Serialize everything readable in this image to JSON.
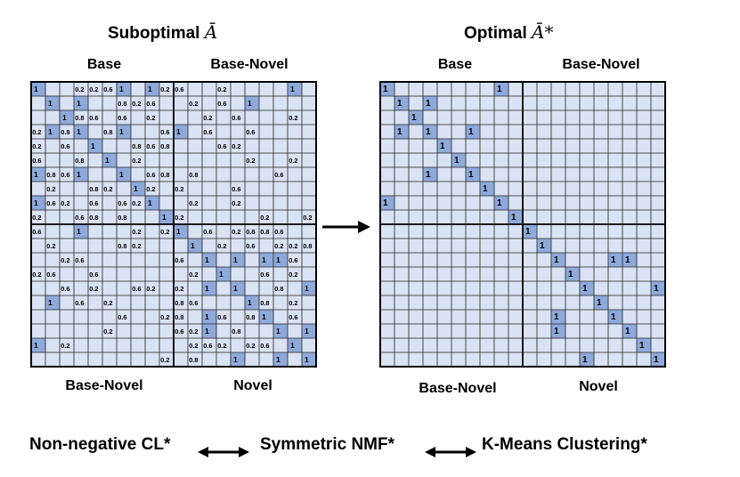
{
  "left_panel": {
    "title_text": "Suboptimal ",
    "title_symbol": "Ā",
    "top_labels": [
      "Base",
      "Base-Novel"
    ],
    "bottom_labels": [
      "Base-Novel",
      "Novel"
    ],
    "size": 20,
    "base_count": 10,
    "rows": [
      [
        {
          "c": 0,
          "v": "1",
          "h": 1
        },
        {
          "c": 3,
          "v": "0.2"
        },
        {
          "c": 4,
          "v": "0.2"
        },
        {
          "c": 5,
          "v": "0.6"
        },
        {
          "c": 6,
          "v": "1",
          "h": 1
        },
        {
          "c": 8,
          "v": "1",
          "h": 1
        },
        {
          "c": 9,
          "v": "0.2"
        },
        {
          "c": 10,
          "v": "0.6"
        },
        {
          "c": 13,
          "v": "0.2"
        },
        {
          "c": 18,
          "v": "1",
          "h": 1
        }
      ],
      [
        {
          "c": 1,
          "v": "1",
          "h": 1
        },
        {
          "c": 3,
          "v": "1",
          "h": 1
        },
        {
          "c": 6,
          "v": "0.8"
        },
        {
          "c": 7,
          "v": "0.2"
        },
        {
          "c": 8,
          "v": "0.6"
        },
        {
          "c": 11,
          "v": "0.2"
        },
        {
          "c": 13,
          "v": "0.6"
        },
        {
          "c": 15,
          "v": "1",
          "h": 1
        }
      ],
      [
        {
          "c": 2,
          "v": "1",
          "h": 1
        },
        {
          "c": 3,
          "v": "0.8"
        },
        {
          "c": 4,
          "v": "0.6"
        },
        {
          "c": 6,
          "v": "0.6"
        },
        {
          "c": 8,
          "v": "0.2"
        },
        {
          "c": 12,
          "v": "0.2"
        },
        {
          "c": 14,
          "v": "0.6"
        },
        {
          "c": 18,
          "v": "0.2"
        }
      ],
      [
        {
          "c": 0,
          "v": "0.2"
        },
        {
          "c": 1,
          "v": "1",
          "h": 1
        },
        {
          "c": 2,
          "v": "0.8"
        },
        {
          "c": 3,
          "v": "1",
          "h": 1
        },
        {
          "c": 5,
          "v": "0.8"
        },
        {
          "c": 6,
          "v": "1",
          "h": 1
        },
        {
          "c": 9,
          "v": "0.6"
        },
        {
          "c": 10,
          "v": "1",
          "h": 1
        },
        {
          "c": 12,
          "v": "0.6"
        },
        {
          "c": 15,
          "v": "0.6"
        }
      ],
      [
        {
          "c": 0,
          "v": "0.2"
        },
        {
          "c": 2,
          "v": "0.6"
        },
        {
          "c": 4,
          "v": "1",
          "h": 1
        },
        {
          "c": 7,
          "v": "0.8"
        },
        {
          "c": 8,
          "v": "0.6"
        },
        {
          "c": 9,
          "v": "0.8"
        },
        {
          "c": 13,
          "v": "0.6"
        },
        {
          "c": 14,
          "v": "0.2"
        }
      ],
      [
        {
          "c": 0,
          "v": "0.6"
        },
        {
          "c": 3,
          "v": "0.8"
        },
        {
          "c": 5,
          "v": "1",
          "h": 1
        },
        {
          "c": 7,
          "v": "0.2"
        },
        {
          "c": 15,
          "v": "0.2"
        },
        {
          "c": 18,
          "v": "0.2"
        }
      ],
      [
        {
          "c": 0,
          "v": "1",
          "h": 1
        },
        {
          "c": 1,
          "v": "0.8"
        },
        {
          "c": 2,
          "v": "0.6"
        },
        {
          "c": 3,
          "v": "1",
          "h": 1
        },
        {
          "c": 6,
          "v": "1",
          "h": 1
        },
        {
          "c": 8,
          "v": "0.6"
        },
        {
          "c": 9,
          "v": "0.8"
        },
        {
          "c": 11,
          "v": "0.8"
        },
        {
          "c": 17,
          "v": "0.6"
        }
      ],
      [
        {
          "c": 1,
          "v": "0.2"
        },
        {
          "c": 4,
          "v": "0.8"
        },
        {
          "c": 5,
          "v": "0.2"
        },
        {
          "c": 7,
          "v": "1",
          "h": 1
        },
        {
          "c": 8,
          "v": "0.2"
        },
        {
          "c": 10,
          "v": "0.2"
        },
        {
          "c": 14,
          "v": "0.6"
        }
      ],
      [
        {
          "c": 0,
          "v": "1",
          "h": 1
        },
        {
          "c": 1,
          "v": "0.6"
        },
        {
          "c": 2,
          "v": "0.2"
        },
        {
          "c": 4,
          "v": "0.6"
        },
        {
          "c": 6,
          "v": "0.6"
        },
        {
          "c": 7,
          "v": "0.2"
        },
        {
          "c": 8,
          "v": "1",
          "h": 1
        },
        {
          "c": 11,
          "v": "0.2"
        },
        {
          "c": 14,
          "v": "0.2"
        }
      ],
      [
        {
          "c": 0,
          "v": "0.2"
        },
        {
          "c": 3,
          "v": "0.6"
        },
        {
          "c": 4,
          "v": "0.8"
        },
        {
          "c": 6,
          "v": "0.8"
        },
        {
          "c": 9,
          "v": "1",
          "h": 1
        },
        {
          "c": 10,
          "v": "0.2"
        },
        {
          "c": 16,
          "v": "0.2"
        },
        {
          "c": 19,
          "v": "0.2"
        }
      ],
      [
        {
          "c": 0,
          "v": "0.6"
        },
        {
          "c": 3,
          "v": "1",
          "h": 1
        },
        {
          "c": 7,
          "v": "0.2"
        },
        {
          "c": 9,
          "v": "0.2"
        },
        {
          "c": 10,
          "v": "1",
          "h": 1
        },
        {
          "c": 12,
          "v": "0.6"
        },
        {
          "c": 14,
          "v": "0.2"
        },
        {
          "c": 15,
          "v": "0.8"
        },
        {
          "c": 16,
          "v": "0.8"
        },
        {
          "c": 17,
          "v": "0.6"
        }
      ],
      [
        {
          "c": 1,
          "v": "0.2"
        },
        {
          "c": 6,
          "v": "0.8"
        },
        {
          "c": 7,
          "v": "0.2"
        },
        {
          "c": 11,
          "v": "1",
          "h": 1
        },
        {
          "c": 13,
          "v": "0.2"
        },
        {
          "c": 15,
          "v": "0.6"
        },
        {
          "c": 17,
          "v": "0.2"
        },
        {
          "c": 18,
          "v": "0.2"
        },
        {
          "c": 19,
          "v": "0.8"
        }
      ],
      [
        {
          "c": 2,
          "v": "0.2"
        },
        {
          "c": 3,
          "v": "0.6"
        },
        {
          "c": 10,
          "v": "0.6"
        },
        {
          "c": 12,
          "v": "1",
          "h": 1
        },
        {
          "c": 14,
          "v": "1",
          "h": 1
        },
        {
          "c": 16,
          "v": "1",
          "h": 1
        },
        {
          "c": 17,
          "v": "1",
          "h": 1
        },
        {
          "c": 18,
          "v": "0.6"
        }
      ],
      [
        {
          "c": 0,
          "v": "0.2"
        },
        {
          "c": 1,
          "v": "0.6"
        },
        {
          "c": 4,
          "v": "0.6"
        },
        {
          "c": 11,
          "v": "0.2"
        },
        {
          "c": 13,
          "v": "1",
          "h": 1
        },
        {
          "c": 16,
          "v": "0.6"
        },
        {
          "c": 18,
          "v": "0.2"
        }
      ],
      [
        {
          "c": 2,
          "v": "0.6"
        },
        {
          "c": 4,
          "v": "0.2"
        },
        {
          "c": 7,
          "v": "0.6"
        },
        {
          "c": 8,
          "v": "0.2"
        },
        {
          "c": 10,
          "v": "0.2"
        },
        {
          "c": 12,
          "v": "1",
          "h": 1
        },
        {
          "c": 14,
          "v": "1",
          "h": 1
        },
        {
          "c": 17,
          "v": "0.8"
        },
        {
          "c": 19,
          "v": "1",
          "h": 1
        }
      ],
      [
        {
          "c": 1,
          "v": "1",
          "h": 1
        },
        {
          "c": 3,
          "v": "0.6"
        },
        {
          "c": 5,
          "v": "0.2"
        },
        {
          "c": 10,
          "v": "0.8"
        },
        {
          "c": 11,
          "v": "0.6"
        },
        {
          "c": 15,
          "v": "1",
          "h": 1
        },
        {
          "c": 16,
          "v": "0.8"
        },
        {
          "c": 18,
          "v": "0.2"
        }
      ],
      [
        {
          "c": 6,
          "v": "0.6"
        },
        {
          "c": 9,
          "v": "0.2"
        },
        {
          "c": 10,
          "v": "0.8"
        },
        {
          "c": 12,
          "v": "1",
          "h": 1
        },
        {
          "c": 13,
          "v": "0.6"
        },
        {
          "c": 15,
          "v": "0.8"
        },
        {
          "c": 16,
          "v": "1",
          "h": 1
        },
        {
          "c": 18,
          "v": "0.6"
        }
      ],
      [
        {
          "c": 5,
          "v": "0.2"
        },
        {
          "c": 10,
          "v": "0.6"
        },
        {
          "c": 11,
          "v": "0.2"
        },
        {
          "c": 12,
          "v": "1",
          "h": 1
        },
        {
          "c": 14,
          "v": "0.8"
        },
        {
          "c": 17,
          "v": "1",
          "h": 1
        },
        {
          "c": 19,
          "v": "1",
          "h": 1
        }
      ],
      [
        {
          "c": 0,
          "v": "1",
          "h": 1
        },
        {
          "c": 2,
          "v": "0.2"
        },
        {
          "c": 11,
          "v": "0.2"
        },
        {
          "c": 12,
          "v": "0.6"
        },
        {
          "c": 13,
          "v": "0.2"
        },
        {
          "c": 15,
          "v": "0.2"
        },
        {
          "c": 16,
          "v": "0.6"
        },
        {
          "c": 18,
          "v": "1",
          "h": 1
        }
      ],
      [
        {
          "c": 9,
          "v": "0.2"
        },
        {
          "c": 11,
          "v": "0.8"
        },
        {
          "c": 14,
          "v": "1",
          "h": 1
        },
        {
          "c": 17,
          "v": "1",
          "h": 1
        },
        {
          "c": 19,
          "v": "1",
          "h": 1
        }
      ]
    ]
  },
  "right_panel": {
    "title_text": "Optimal ",
    "title_symbol": "Ā*",
    "top_labels": [
      "Base",
      "Base-Novel"
    ],
    "bottom_labels": [
      "Base-Novel",
      "Novel"
    ],
    "size": 20,
    "base_count": 10,
    "ones": [
      [
        0,
        0
      ],
      [
        0,
        8
      ],
      [
        1,
        1
      ],
      [
        1,
        3
      ],
      [
        2,
        2
      ],
      [
        3,
        1
      ],
      [
        3,
        3
      ],
      [
        3,
        6
      ],
      [
        4,
        4
      ],
      [
        5,
        5
      ],
      [
        6,
        3
      ],
      [
        6,
        6
      ],
      [
        7,
        7
      ],
      [
        8,
        0
      ],
      [
        8,
        8
      ],
      [
        9,
        9
      ],
      [
        10,
        10
      ],
      [
        11,
        11
      ],
      [
        12,
        12
      ],
      [
        12,
        16
      ],
      [
        12,
        17
      ],
      [
        13,
        13
      ],
      [
        14,
        14
      ],
      [
        14,
        19
      ],
      [
        15,
        15
      ],
      [
        16,
        12
      ],
      [
        16,
        16
      ],
      [
        17,
        12
      ],
      [
        17,
        17
      ],
      [
        18,
        18
      ],
      [
        19,
        14
      ],
      [
        19,
        19
      ]
    ],
    "one_label": "1"
  },
  "equivalence": {
    "terms": [
      "Non-negative CL*",
      "Symmetric NMF*",
      "K-Means Clustering*"
    ]
  },
  "colors": {
    "cell_bg": "#dae3f3",
    "cell_highlight": "#8eaadb",
    "grid_line": "#222222",
    "divider": "#000000"
  }
}
